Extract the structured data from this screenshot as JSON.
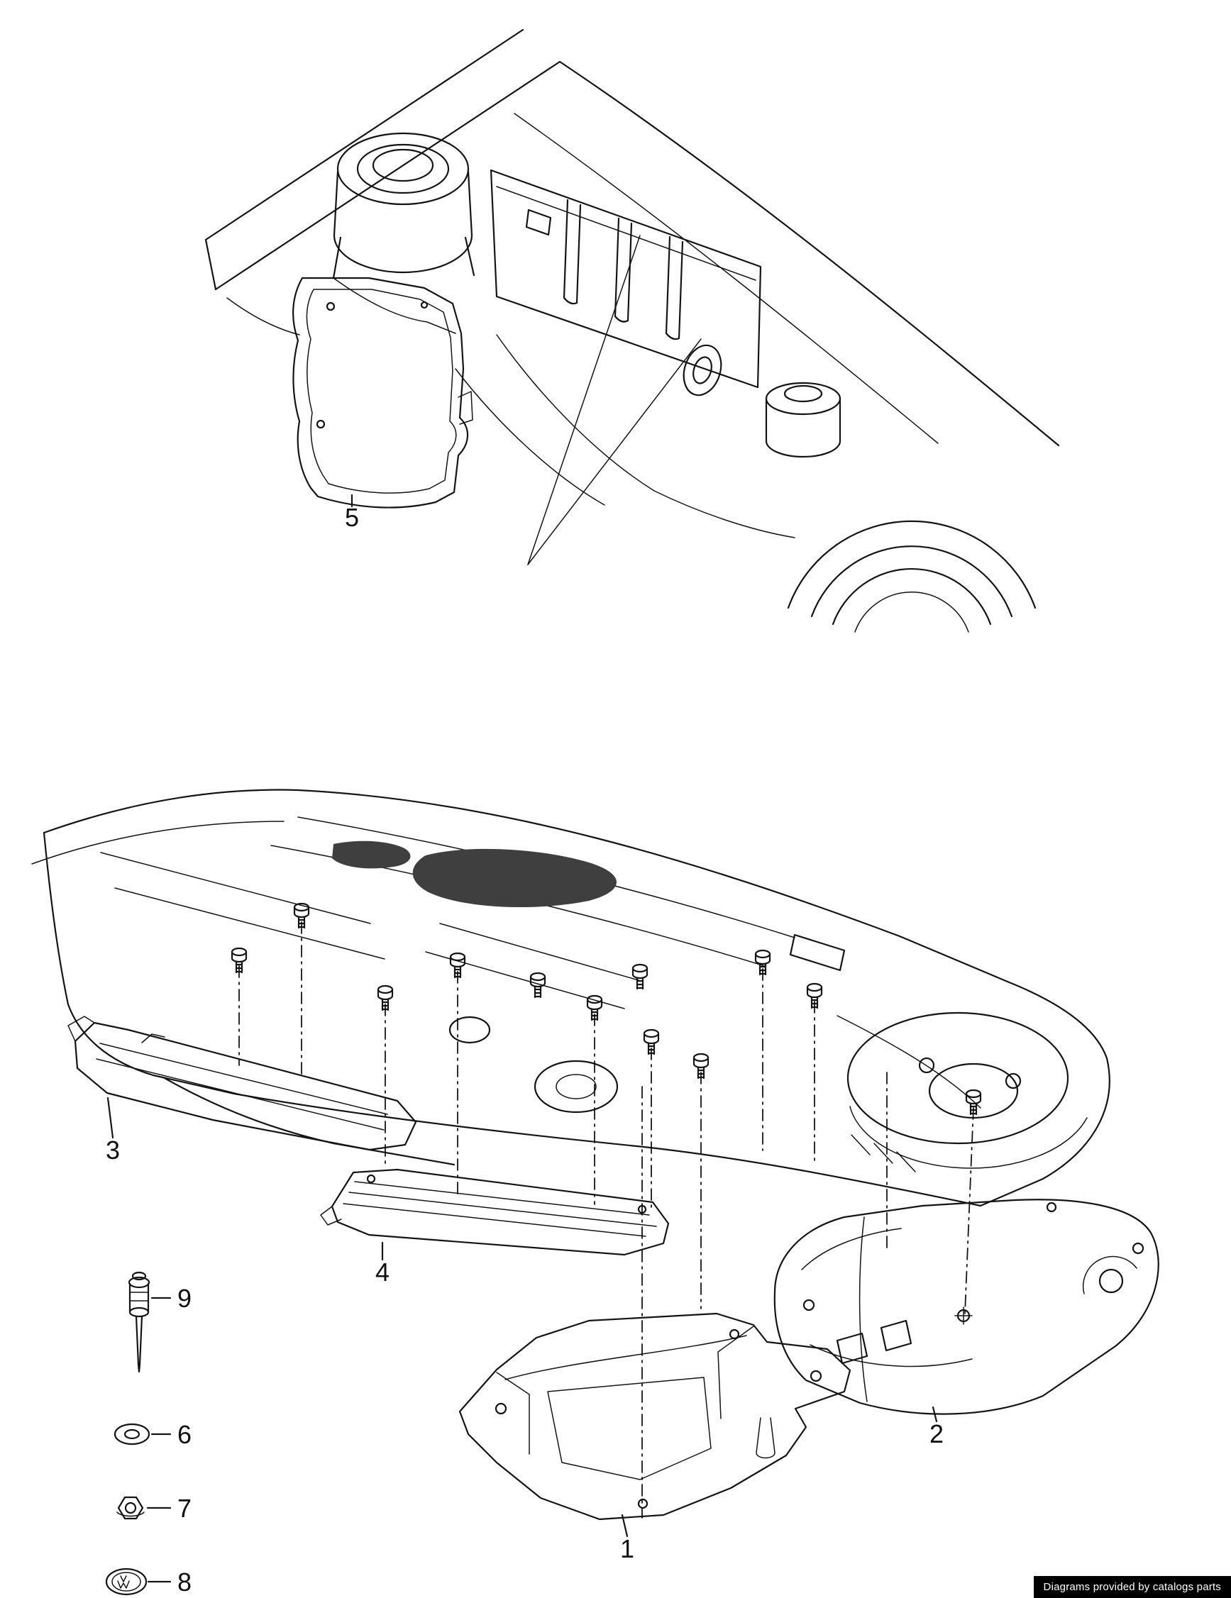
{
  "page": {
    "bg_color": "#ffffff",
    "line_color": "#141414"
  },
  "footer": {
    "text": "Diagrams provided by catalogs parts",
    "bg": "#000000",
    "fg": "#ffffff"
  },
  "callouts": {
    "c1": {
      "label": "1"
    },
    "c2": {
      "label": "2"
    },
    "c3": {
      "label": "3"
    },
    "c4": {
      "label": "4"
    },
    "c5": {
      "label": "5"
    },
    "c6": {
      "label": "6"
    },
    "c7": {
      "label": "7"
    },
    "c8": {
      "label": "8"
    },
    "c9": {
      "label": "9"
    }
  }
}
